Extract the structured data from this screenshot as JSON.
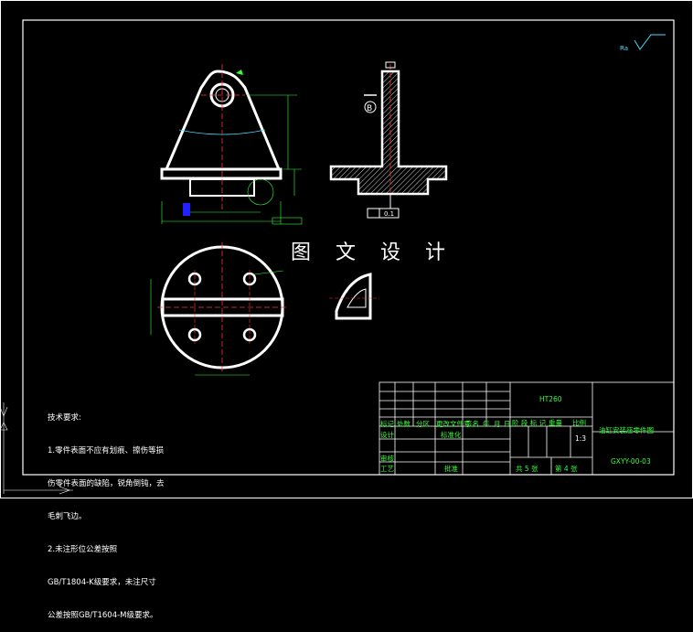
{
  "watermark": "图 文 设 计",
  "notes": {
    "heading": "技术要求:",
    "lines": [
      "1.零件表面不应有划痕、擦伤等损",
      "伤零件表面的缺陷，锐角倒钝，去",
      "毛刺飞边。",
      "2.未注形位公差按照",
      "GB/T1804-K级要求，未注尺寸",
      "公差按照GB/T1604-M级要求。"
    ]
  },
  "title_block": {
    "material": "HT260",
    "part_name": "油缸安装座零件图",
    "drawing_no": "GXYY-00-03",
    "scale": "1:3",
    "sheets_total": "共 5 张",
    "sheet_no": "第 4 张",
    "headers": [
      "标记",
      "处数",
      "分区",
      "更改文件号",
      "签名",
      "年",
      "月",
      "日"
    ],
    "stage_headers": [
      "阶 段 标 记",
      "重量",
      "比例"
    ],
    "roles": [
      "设计",
      "标准化",
      "审核",
      "工艺",
      "批准"
    ]
  },
  "annotations": {
    "datum": "B",
    "flatness": "0.1",
    "roughness": "Ra"
  }
}
